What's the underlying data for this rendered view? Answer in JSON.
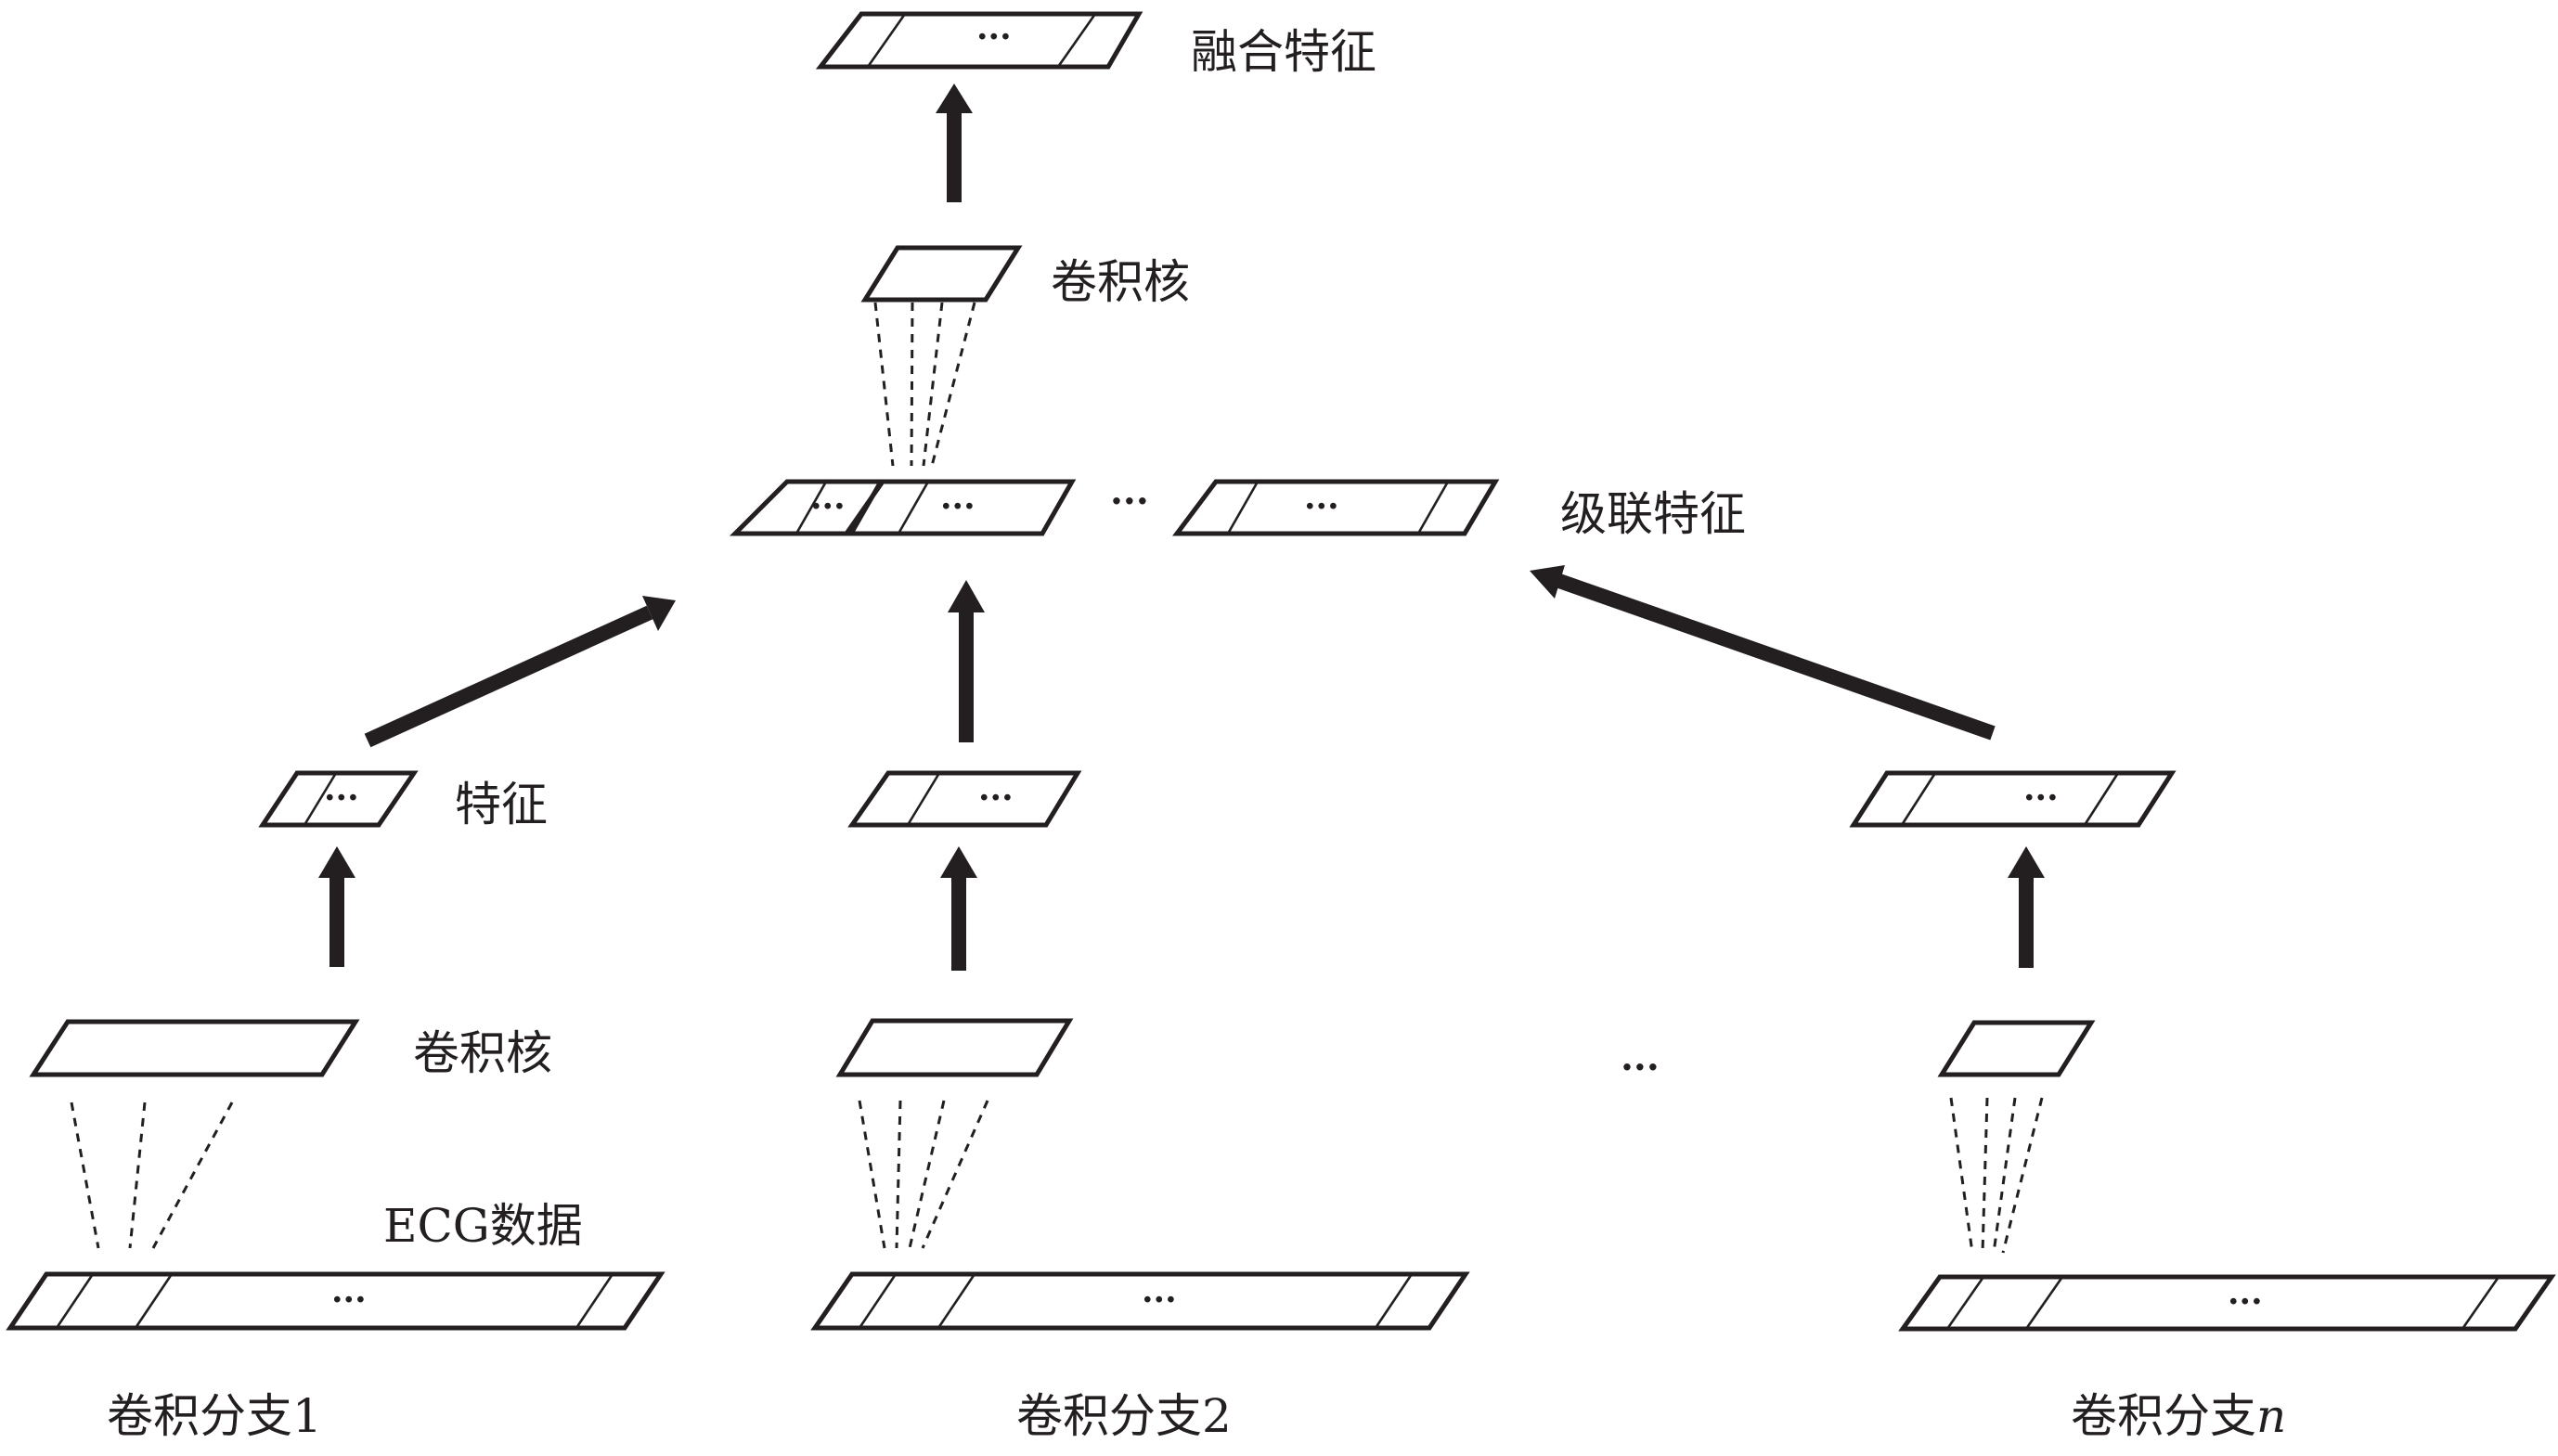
{
  "labels": {
    "fused_feature": "融合特征",
    "kernel_top": "卷积核",
    "concat_feature": "级联特征",
    "feature": "特征",
    "kernel_bottom": "卷积核",
    "ecg_data": "ECG数据",
    "branch1": "卷积分支1",
    "branch2": "卷积分支2",
    "branchN_prefix": "卷积分支",
    "branchN_suffix": "n"
  },
  "ellipsis": "···"
}
